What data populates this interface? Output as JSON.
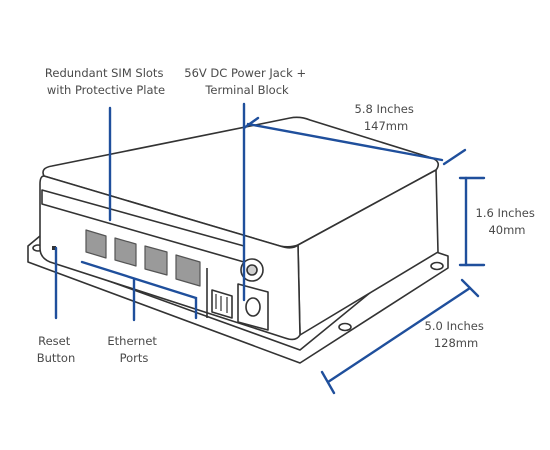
{
  "diagram": {
    "labels": {
      "sim_slots": [
        "Redundant SIM Slots",
        "with Protective Plate"
      ],
      "power_jack": [
        "56V DC Power Jack +",
        "Terminal Block"
      ],
      "reset_button": [
        "Reset",
        "Button"
      ],
      "ethernet_ports": [
        "Ethernet",
        "Ports"
      ]
    },
    "dimensions": {
      "length": [
        "5.8 Inches",
        "147mm"
      ],
      "height": [
        "1.6 Inches",
        "40mm"
      ],
      "width": [
        "5.0 Inches",
        "128mm"
      ]
    },
    "colors": {
      "callout": "#1f4f9c",
      "outline": "#333333",
      "port_fill": "#9a9a9a",
      "body_fill": "#ffffff",
      "text": "#4a4a4a"
    }
  }
}
